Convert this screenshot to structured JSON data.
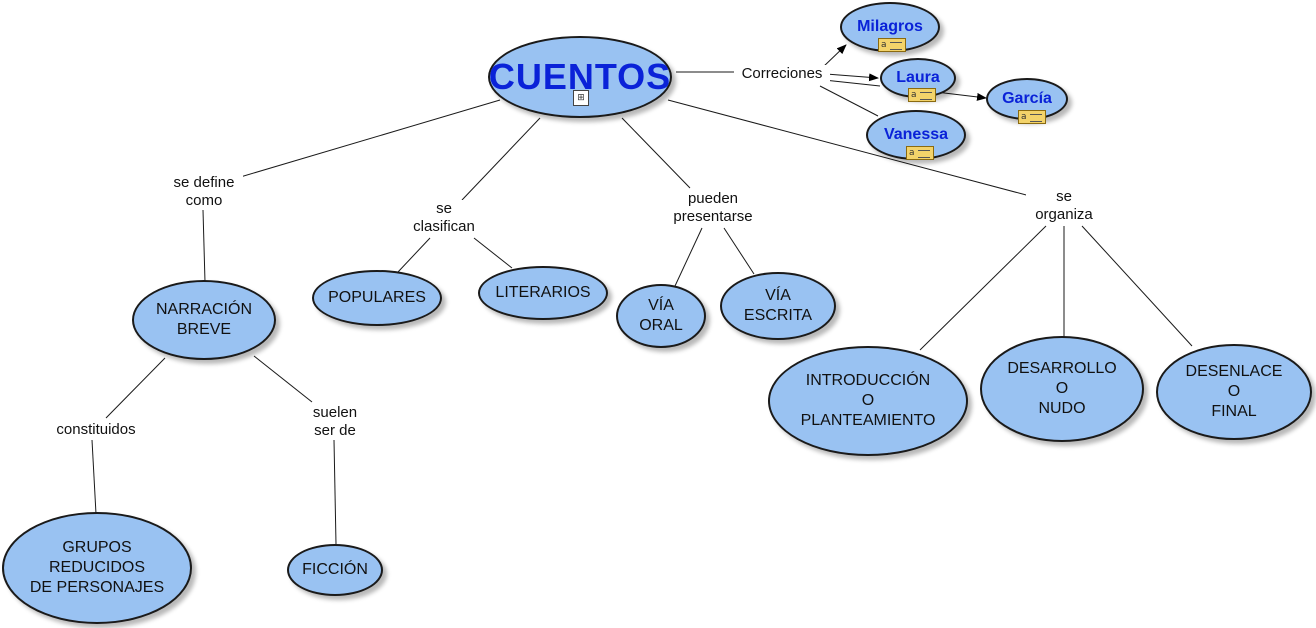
{
  "concepts": {
    "main": "CUENTOS",
    "narracion": "NARRACIÓN\nBREVE",
    "grupos": "GRUPOS\nREDUCIDOS\nDE PERSONAJES",
    "ficcion": "FICCIÓN",
    "populares": "POPULARES",
    "literarios": "LITERARIOS",
    "via_oral": "VÍA\nORAL",
    "via_escrita": "VÍA\nESCRITA",
    "introduccion": "INTRODUCCIÓN\nO\nPLANTEAMIENTO",
    "desarrollo": "DESARROLLO\nO\nNUDO",
    "desenlace": "DESENLACE\nO\nFINAL",
    "milagros": "Milagros",
    "laura": "Laura",
    "vanessa": "Vanessa",
    "garcia": "García"
  },
  "links": {
    "se_define": "se define\ncomo",
    "se_clasifican": "se\nclasifican",
    "pueden": "pueden\npresentarse",
    "se_organiza": "se\norganiza",
    "constituidos": "constituidos",
    "suelen": "suelen\nser de",
    "correciones": "Correciones"
  },
  "icons": {
    "note": "note-icon",
    "submap": "concept-map-icon"
  },
  "colors": {
    "node_fill": "#99c2f2",
    "title_text": "#0a22d8",
    "line": "#1a1a1a"
  }
}
